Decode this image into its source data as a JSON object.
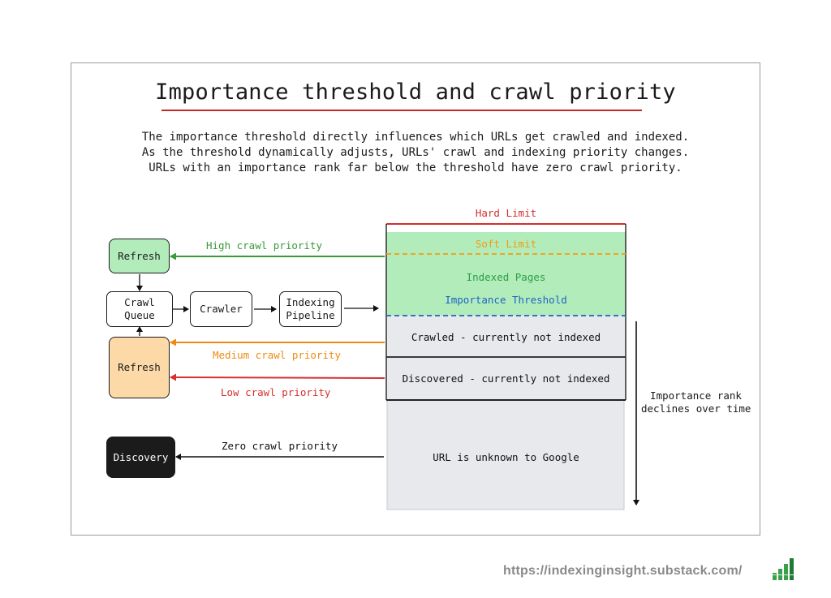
{
  "title": "Importance threshold and crawl priority",
  "subtitle": [
    "The importance threshold directly influences which URLs get crawled and indexed.",
    "As the threshold dynamically adjusts, URLs' crawl and indexing priority changes.",
    "URLs with an importance rank far below the threshold have zero crawl priority."
  ],
  "flow": {
    "refresh_top": "Refresh",
    "crawl_queue": "Crawl\nQueue",
    "crawler": "Crawler",
    "indexing_pipeline": "Indexing\nPipeline",
    "refresh_bottom": "Refresh",
    "discovery": "Discovery"
  },
  "priorities": {
    "high": "High crawl priority",
    "medium": "Medium crawl priority",
    "low": "Low crawl priority",
    "zero": "Zero crawl priority"
  },
  "stack": {
    "hard_limit": "Hard Limit",
    "soft_limit": "Soft Limit",
    "indexed_pages": "Indexed Pages",
    "importance_threshold": "Importance Threshold",
    "crawled": "Crawled - currently not indexed",
    "discovered": "Discovered - currently not indexed",
    "unknown": "URL is unknown to Google"
  },
  "side_note": "Importance rank\ndeclines over time",
  "footer": {
    "url": "https://indexinginsight.substack.com/",
    "logo_icon": "bar-chart-logo-icon"
  },
  "colors": {
    "green_fill": "#b2ecbb",
    "orange_fill": "#fdd9a8",
    "gray_fill": "#e8e9ec",
    "hard_limit": "#d32f2f",
    "soft_limit": "#f39c12",
    "indexed_text": "#2e9e44",
    "threshold": "#1e63c5",
    "high_arrow": "#3a9a3a",
    "medium_arrow": "#ee8a12",
    "low_arrow": "#d63030",
    "zero_arrow": "#111111"
  }
}
